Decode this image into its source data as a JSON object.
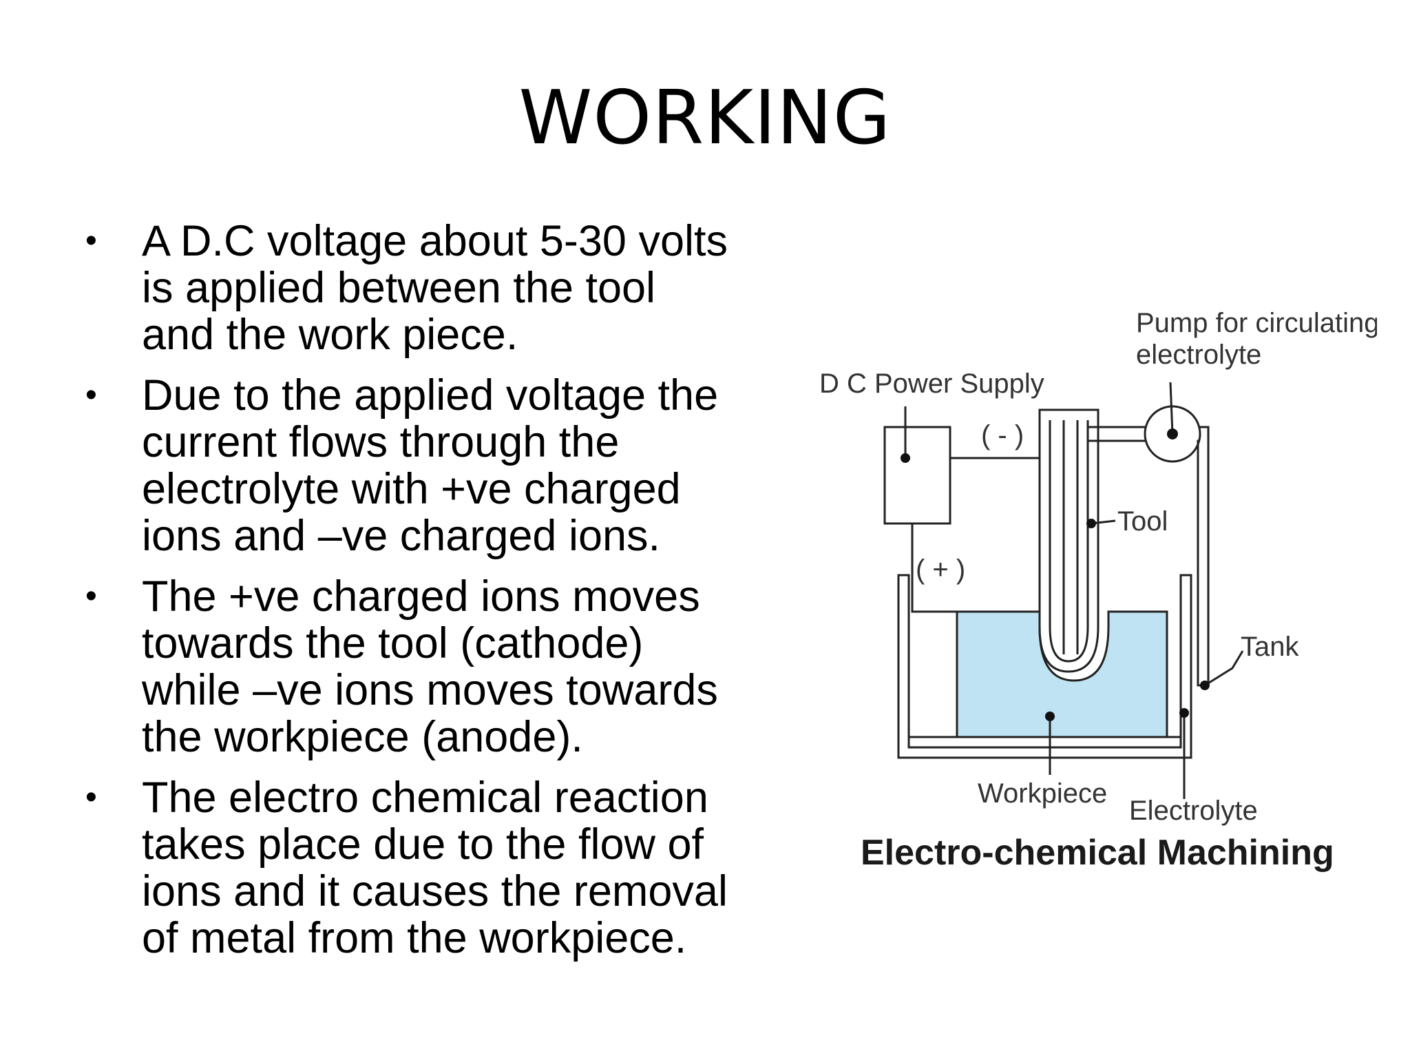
{
  "slide": {
    "title": "WORKING",
    "bullets": [
      "A D.C voltage about 5-30 volts\nis applied between the tool\nand the work piece.",
      "Due to the applied voltage the\ncurrent flows through the\nelectrolyte with +ve charged\nions and –ve charged ions.",
      "The +ve charged ions moves\ntowards the tool (cathode)\nwhile –ve ions moves towards\nthe workpiece (anode).",
      "The electro chemical reaction\ntakes place due to the flow of\nions and it causes the removal\nof metal from the workpiece."
    ]
  },
  "diagram": {
    "labels": {
      "pump_line1": "Pump for circulating",
      "pump_line2": "electrolyte",
      "dc_power_supply": "D C Power Supply",
      "negative": "( - )",
      "tool": "Tool",
      "positive": "( + )",
      "tank": "Tank",
      "workpiece": "Workpiece",
      "electrolyte": "Electrolyte",
      "caption": "Electro-chemical Machining"
    },
    "colors": {
      "electrolyte_fill": "#bfe3f2",
      "line": "#222222"
    }
  }
}
